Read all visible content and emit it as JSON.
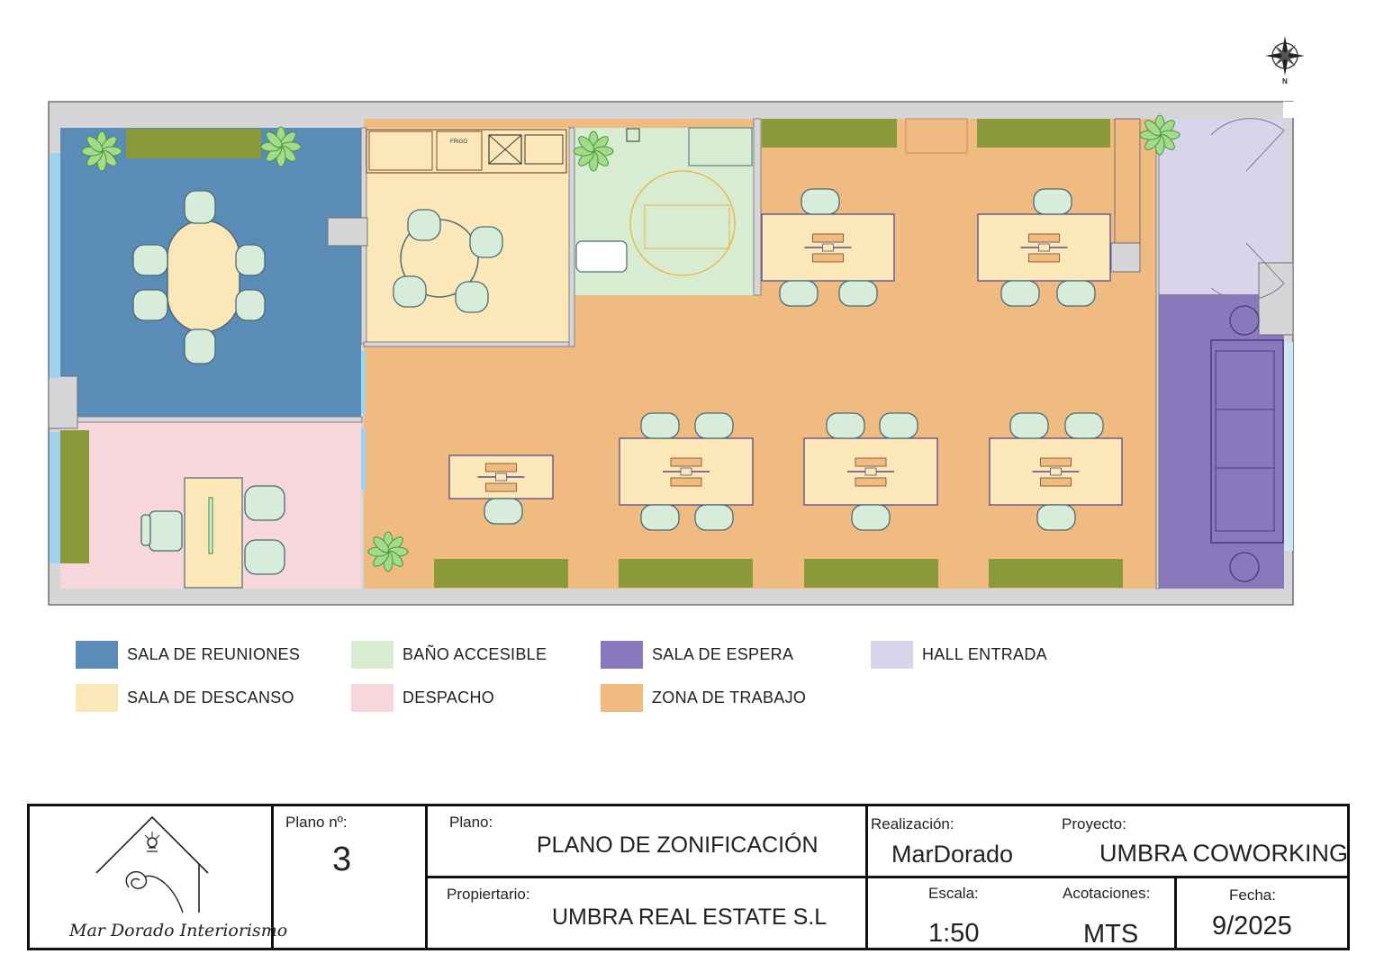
{
  "compass": {
    "label": "N",
    "icon": "compass-rose-icon"
  },
  "plan_labels": {
    "frigo": "FRIGO"
  },
  "legend": [
    {
      "label": "SALA DE REUNIONES",
      "color": "#5b8cb8"
    },
    {
      "label": "SALA DE DESCANSO",
      "color": "#fbe7b7"
    },
    {
      "label": "BAÑO ACCESIBLE",
      "color": "#d8ecd2"
    },
    {
      "label": "DESPACHO",
      "color": "#f7d6dc"
    },
    {
      "label": "SALA DE ESPERA",
      "color": "#8a78bd"
    },
    {
      "label": "ZONA DE TRABAJO",
      "color": "#f0bb80"
    },
    {
      "label": "HALL ENTRADA",
      "color": "#d9d4ea"
    }
  ],
  "title_block": {
    "logo_text": "Mar Dorado Interiorismo",
    "plano_no_label": "Plano nº:",
    "plano_no_value": "3",
    "plano_label": "Plano:",
    "plano_value": "PLANO DE ZONIFICACIÓN",
    "propietario_label": "Propiertario:",
    "propietario_value": "UMBRA REAL ESTATE S.L",
    "realizacion_label": "Realización:",
    "realizacion_value": "MarDorado",
    "proyecto_label": "Proyecto:",
    "proyecto_value": "UMBRA COWORKING",
    "escala_label": "Escala:",
    "escala_value": "1:50",
    "acotaciones_label": "Acotaciones:",
    "acotaciones_value": "MTS",
    "fecha_label": "Fecha:",
    "fecha_value": "9/2025"
  },
  "colors": {
    "wall": "#d6d6d8",
    "wall_stroke": "#6f6f75",
    "planter": "#8a9a3a",
    "chair": "#d7ecd9",
    "chair_stroke": "#4a6a78",
    "desk": "#fbe7b7",
    "desk_stroke": "#5a4a8a",
    "glass": "#9fd3f0",
    "plant": "#3d9a3d"
  }
}
